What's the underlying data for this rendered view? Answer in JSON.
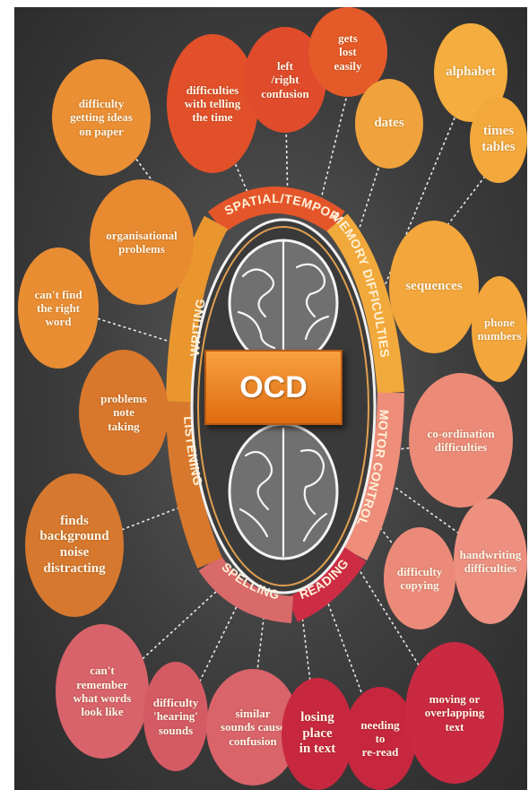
{
  "center_label": "OCD",
  "categories": [
    {
      "label": "SPATIAL/TEMPORAL"
    },
    {
      "label": "MEMORY DIFFICULTIES"
    },
    {
      "label": "MOTOR CONTROL"
    },
    {
      "label": "READING"
    },
    {
      "label": "SPELLING"
    },
    {
      "label": "LISTENING"
    },
    {
      "label": "WRITING"
    }
  ],
  "bubbles": [
    {
      "text": "difficulty\ngetting ideas\non paper"
    },
    {
      "text": "difficulties\nwith telling\nthe time"
    },
    {
      "text": "left\n/right\nconfusion"
    },
    {
      "text": "gets\nlost\neasily"
    },
    {
      "text": "dates"
    },
    {
      "text": "alphabet"
    },
    {
      "text": "times\ntables"
    },
    {
      "text": "organisational\nproblems"
    },
    {
      "text": "can't find\nthe right\nword"
    },
    {
      "text": "sequences"
    },
    {
      "text": "phone\nnumbers"
    },
    {
      "text": "problems\nnote\ntaking"
    },
    {
      "text": "co-ordination\ndifficulties"
    },
    {
      "text": "finds\nbackground\nnoise\ndistracting"
    },
    {
      "text": "handwriting\ndifficulties"
    },
    {
      "text": "difficulty\ncopying"
    },
    {
      "text": "can't\nremember\nwhat words\nlook like"
    },
    {
      "text": "difficulty\n'hearing'\nsounds"
    },
    {
      "text": "similar\nsounds cause\nconfusion"
    },
    {
      "text": "losing\nplace\nin text"
    },
    {
      "text": "needing\nto\nre-read"
    },
    {
      "text": "moving or\noverlapping\ntext"
    }
  ],
  "colors": {
    "background": "#3c3c3c",
    "orange_dark": "#e4552a",
    "orange": "#e98a2f",
    "amber": "#f1a63a",
    "salmon": "#ee8d7c",
    "rose": "#d4504f",
    "crimson": "#c8263f",
    "center_box": "#ec7a1c"
  }
}
